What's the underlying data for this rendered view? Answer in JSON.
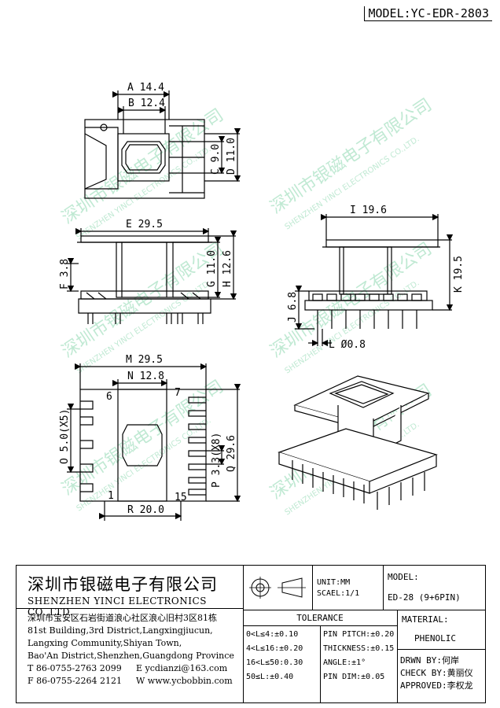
{
  "model_tag": "MODEL:YC-EDR-2803",
  "dimensions": {
    "A": "A 14.4",
    "B": "B 12.4",
    "C": "C 9.0",
    "D": "D 11.0",
    "E": "E 29.5",
    "F": "F 3.8",
    "G": "G 11.0",
    "H": "H 12.6",
    "I": "I 19.6",
    "J": "J 6.8",
    "K": "K 19.5",
    "L": "L Ø0.8",
    "M": "M 29.5",
    "N": "N 12.8",
    "O": "O 5.0(X5)",
    "P": "P 3.3(X8)",
    "Q": "Q 29.6",
    "R": "R 20.0"
  },
  "pin_numbers": {
    "p6": "6",
    "p7": "7",
    "p1": "1",
    "p15": "15"
  },
  "watermark": {
    "cn": "深圳市银磁电子有限公司",
    "en": "SHENZHEN YINCI ELECTRONICS CO.,LTD."
  },
  "title_block": {
    "company_cn": "深圳市银磁电子有限公司",
    "company_en": "SHENZHEN YINCI ELECTRONICS CO.,LTD.",
    "address_cn": "深圳市宝安区石岩街道浪心社区浪心旧村3区81栋",
    "address_lines": [
      "81st Building,3rd District,Langxingjiucun,",
      "Langxing Community,Shiyan Town,",
      "Bao'An District,Shenzhen,Guangdong Province"
    ],
    "phone": "T 86-0755-2763 2099",
    "email": "E ycdianzi@163.com",
    "fax": "F 86-0755-2264 2121",
    "web": "W www.ycbobbin.com",
    "unit": "UNIT:MM",
    "scale": "SCAEL:1/1",
    "model_label": "MODEL:",
    "model_value": "ED-28 (9+6PIN)",
    "tolerance_label": "TOLERANCE",
    "tolerances": [
      "0<L≤4:±0.10",
      "4<L≤16:±0.20",
      "16<L≤50:0.30",
      "50≤L:±0.40"
    ],
    "pin_specs": [
      "PIN PITCH:±0.20",
      "THICKNESS:±0.15",
      "ANGLE:±1°",
      "PIN DIM:±0.05"
    ],
    "material_label": "MATERIAL:",
    "material_value": "PHENOLIC",
    "drawn_by": "DRWN BY:何岸",
    "checked_by": "CHECK BY:黄丽仪",
    "approved_by": "APPROVED:李权龙"
  }
}
